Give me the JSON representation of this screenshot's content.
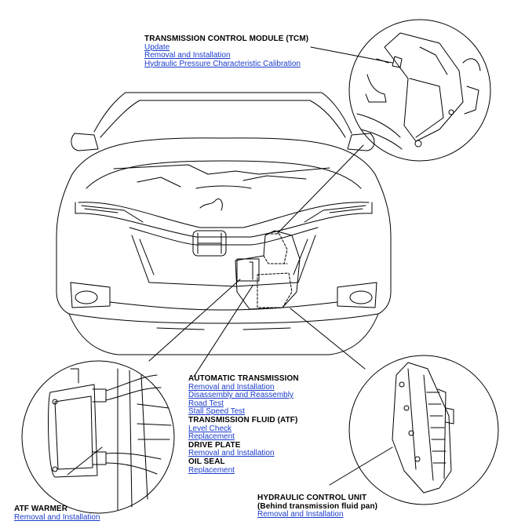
{
  "tcm": {
    "title": "TRANSMISSION CONTROL MODULE (TCM)",
    "links": [
      "Update",
      "Removal and Installation",
      "Hydraulic Pressure Characteristic Calibration"
    ]
  },
  "automatic_transmission": {
    "title": "AUTOMATIC TRANSMISSION",
    "links": [
      "Removal and Installation",
      "Disassembly and Reassembly",
      "Road Test",
      "Stall Speed Test"
    ]
  },
  "atf": {
    "title": "TRANSMISSION FLUID (ATF)",
    "links": [
      "Level Check",
      "Replacement"
    ]
  },
  "drive_plate": {
    "title": "DRIVE PLATE",
    "links": [
      "Removal and Installation"
    ]
  },
  "oil_seal": {
    "title": "OIL SEAL",
    "links": [
      "Replacement"
    ]
  },
  "atf_warmer": {
    "title": "ATF WARMER",
    "links": [
      "Removal and Installation"
    ]
  },
  "hydraulic_control_unit": {
    "title": "HYDRAULIC CONTROL UNIT",
    "subtitle": "(Behind transmission fluid pan)",
    "links": [
      "Removal and Installation"
    ]
  },
  "colors": {
    "link": "#1a3ccc",
    "line": "#000000"
  }
}
